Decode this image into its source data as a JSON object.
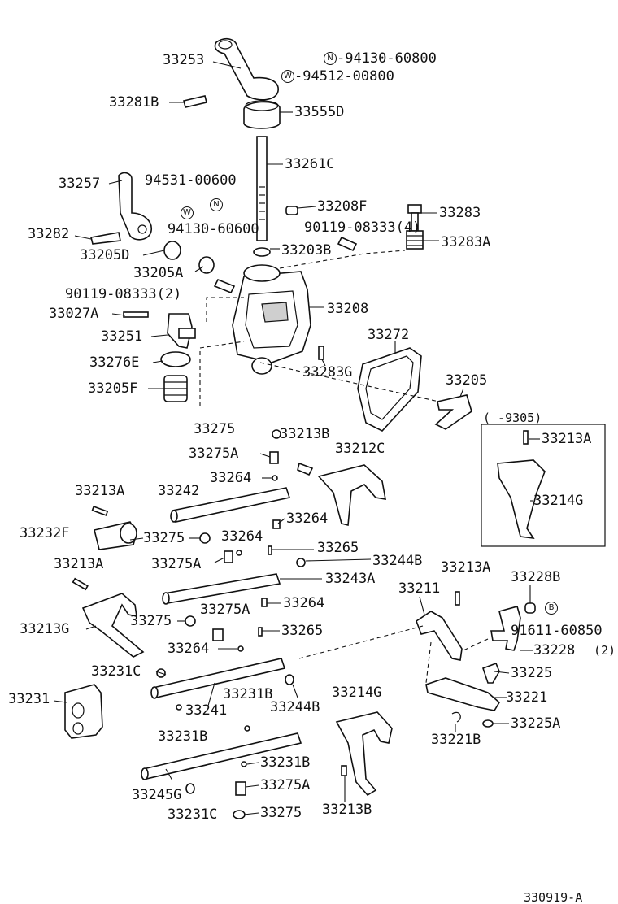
{
  "figure_code": "330919-A",
  "range_note": "( -9305)",
  "callouts": {
    "p33253": "33253",
    "p33281B": "33281B",
    "p33555D": "33555D",
    "p33261C": "33261C",
    "p33257": "33257",
    "p33282": "33282",
    "p33205D": "33205D",
    "p33205A": "33205A",
    "p33208F": "33208F",
    "p33203B": "33203B",
    "p33283": "33283",
    "p33283A": "33283A",
    "p33027A": "33027A",
    "p33251": "33251",
    "p33276E": "33276E",
    "p33205F": "33205F",
    "p33208": "33208",
    "p33272": "33272",
    "p33283G": "33283G",
    "p33205": "33205",
    "p33213A_a": "33213A",
    "p33214G_a": "33214G",
    "p33275_a": "33275",
    "p33213B_a": "33213B",
    "p33212C": "33212C",
    "p33275A_a": "33275A",
    "p33264_a": "33264",
    "p33213A_b": "33213A",
    "p33242": "33242",
    "p33232F": "33232F",
    "p33275_b": "33275",
    "p33264_b": "33264",
    "p33264_c": "33264",
    "p33265_a": "33265",
    "p33275A_b": "33275A",
    "p33244B_a": "33244B",
    "p33213A_c": "33213A",
    "p33243A": "33243A",
    "p33213A_d": "33213A",
    "p33228B": "33228B",
    "p33211": "33211",
    "p33264_d": "33264",
    "p33275A_c": "33275A",
    "p33213G": "33213G",
    "p33275_c": "33275",
    "p33265_b": "33265",
    "p33264_e": "33264",
    "p33228": "33228",
    "p33231C_a": "33231C",
    "p33225": "33225",
    "p33231": "33231",
    "p33231B_a": "33231B",
    "p33214G_b": "33214G",
    "p33221": "33221",
    "p33241": "33241",
    "p33244B_b": "33244B",
    "p33225A": "33225A",
    "p33231B_b": "33231B",
    "p33221B": "33221B",
    "p33231B_c": "33231B",
    "p33245G": "33245G",
    "p33275A_d": "33275A",
    "p33231C_b": "33231C",
    "p33275_d": "33275",
    "p33213B_b": "33213B"
  },
  "hardware": {
    "n_94130_60800": "-94130-60800",
    "w_94512_00800": "-94512-00800",
    "w_94531_00600": "94531-00600",
    "n_94130_60600": "94130-60600",
    "bolt_90119_08333_4": "90119-08333(4)",
    "bolt_90119_08333_2": "90119-08333(2)",
    "b_91611_60850": "91611-60850",
    "qty_2": "(2)"
  },
  "badges": {
    "N": "N",
    "W": "W",
    "B": "B"
  }
}
